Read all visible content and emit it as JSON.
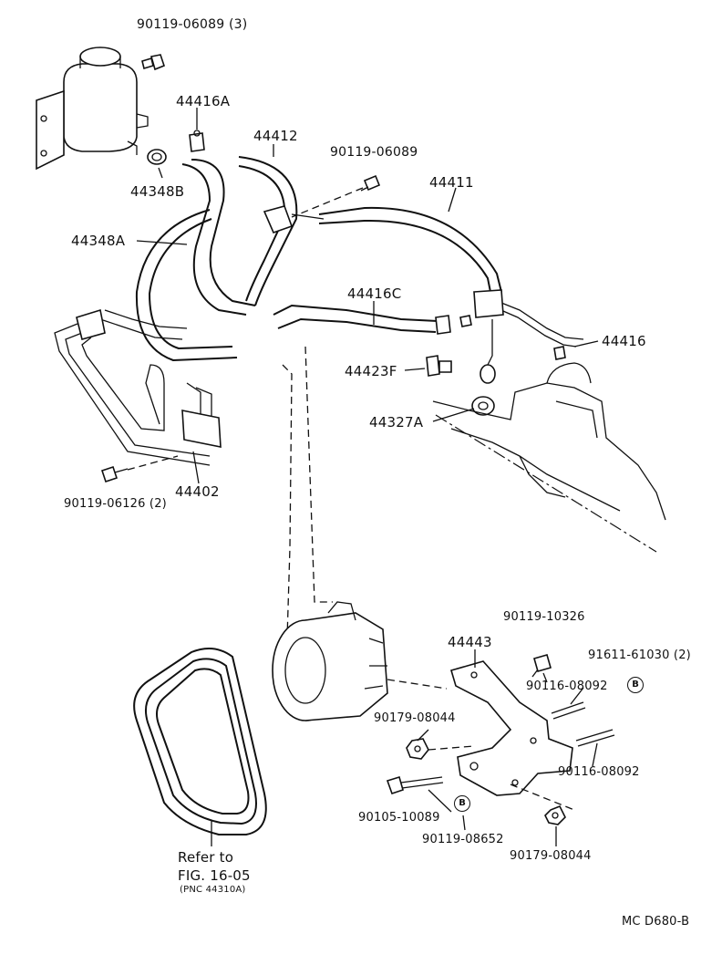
{
  "labels": {
    "p_90119_06089_3": "90119-06089 (3)",
    "p_44416A": "44416A",
    "p_44412": "44412",
    "p_90119_06089": "90119-06089",
    "p_44411": "44411",
    "p_44348B": "44348B",
    "p_44348A": "44348A",
    "p_44416C": "44416C",
    "p_44416": "44416",
    "p_44423F": "44423F",
    "p_44327A": "44327A",
    "p_44402": "44402",
    "p_90119_06126_2": "90119-06126 (2)",
    "p_90119_10326": "90119-10326",
    "p_44443": "44443",
    "p_91611_61030_2": "91611-61030 (2)",
    "p_90116_08092_a": "90116-08092",
    "p_90179_08044_a": "90179-08044",
    "p_90116_08092_b": "90116-08092",
    "p_90105_10089": "90105-10089",
    "p_90119_08652": "90119-08652",
    "p_90179_08044_b": "90179-08044",
    "refer_to": "Refer to",
    "fig_ref": "FIG. 16-05",
    "pnc_ref": "(PNC 44310A)",
    "marker_b": "B",
    "diagram_code": "MC  D680-B"
  }
}
